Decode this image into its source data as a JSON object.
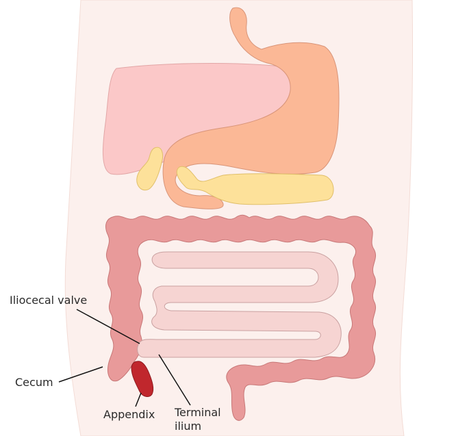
{
  "diagram": {
    "labels": {
      "ileocecal_valve": "Iliocecal valve",
      "cecum": "Cecum",
      "appendix": "Appendix",
      "terminal_ileum": "Terminal ilium"
    },
    "colors": {
      "torso": "#fcf0ed",
      "liver": "#fbc8c8",
      "stomach": "#fbb896",
      "pancreas_gallbladder": "#fde19a",
      "large_intestine": "#e89a9a",
      "small_intestine": "#f6d4d2",
      "appendix": "#c0272d",
      "leader_lines": "#111111"
    }
  }
}
